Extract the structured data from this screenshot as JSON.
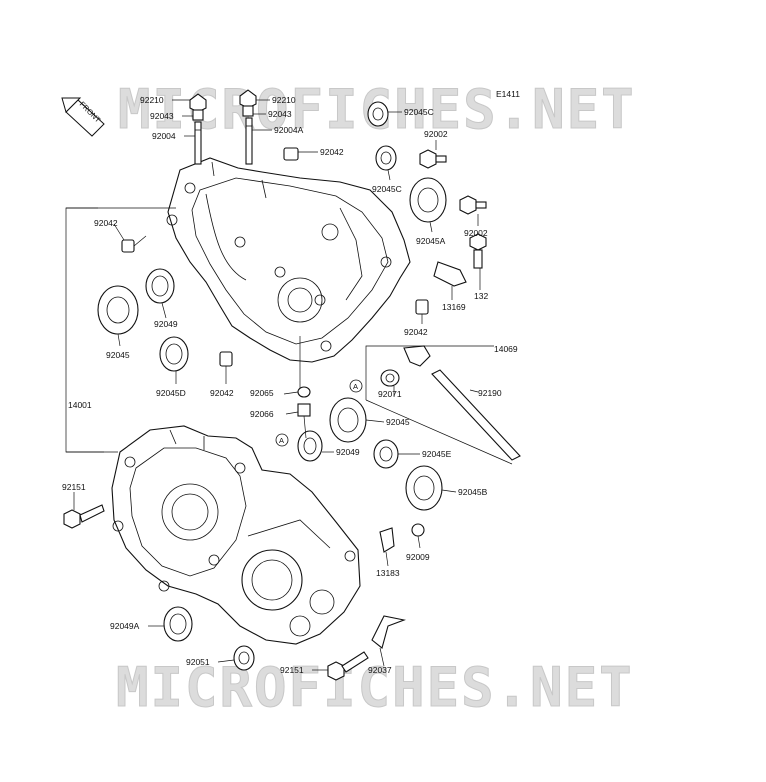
{
  "diagram_code": "E1411",
  "front_label": "FRONT",
  "watermark": "MICROFICHES.NET",
  "ref_marker": "A",
  "parts": {
    "p92210a": "92210",
    "p92210b": "92210",
    "p92043a": "92043",
    "p92043b": "92043",
    "p92004": "92004",
    "p92004A": "92004A",
    "p92042a": "92042",
    "p92042b": "92042",
    "p92042c": "92042",
    "p92042d": "92042",
    "p92045Ca": "92045C",
    "p92045Cb": "92045C",
    "p92002a": "92002",
    "p92002b": "92002",
    "p92045A": "92045A",
    "p132": "132",
    "p13169": "13169",
    "p92049a": "92049",
    "p92045a": "92045",
    "p92045D": "92045D",
    "p14069": "14069",
    "p92071": "92071",
    "p92190": "92190",
    "p92065": "92065",
    "p92066": "92066",
    "p14001": "14001",
    "p92045b": "92045",
    "p92049b": "92049",
    "p92045E": "92045E",
    "p92045B": "92045B",
    "p92151a": "92151",
    "p92009": "92009",
    "p13183": "13183",
    "p92049A": "92049A",
    "p92051": "92051",
    "p92151b": "92151",
    "p92037": "92037"
  }
}
